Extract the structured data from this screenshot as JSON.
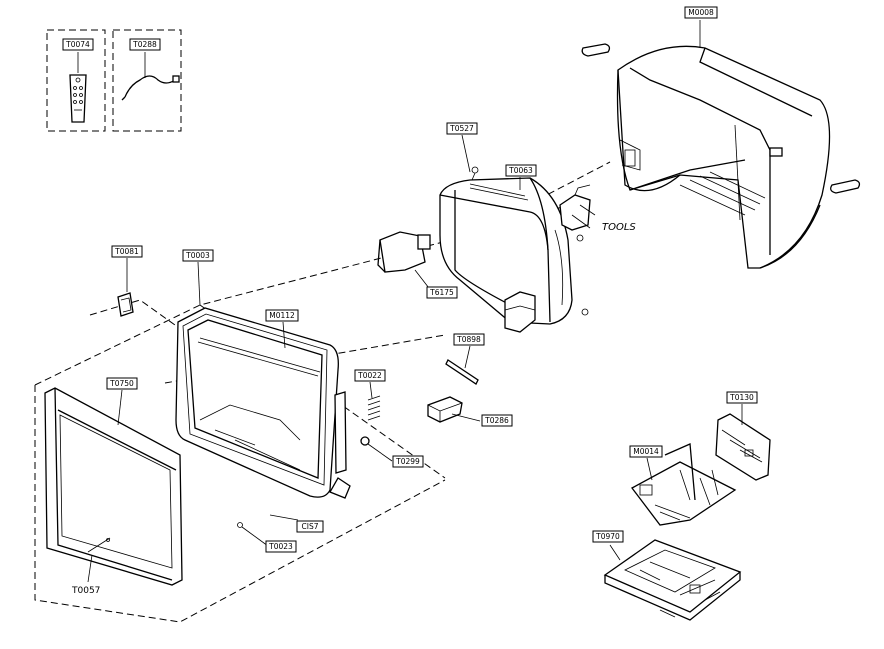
{
  "labels": {
    "remote": "T0074",
    "cable": "T0288",
    "screw_top": "T0527",
    "crt": "T0063",
    "cabinet_back": "M0008",
    "tools": "TOOLS",
    "yoke": "T6175",
    "clip": "T0081",
    "front_frame": "T0003",
    "bezel": "M0112",
    "wire_strip": "T0898",
    "speaker": "T0022",
    "switch_block": "T0286",
    "front_panel": "T0750",
    "knob": "T0299",
    "cis": "CIS7",
    "screw_bottom": "T0023",
    "foot": "T0057",
    "board_small": "T0130",
    "bracket": "M0014",
    "main_board": "T0970"
  }
}
